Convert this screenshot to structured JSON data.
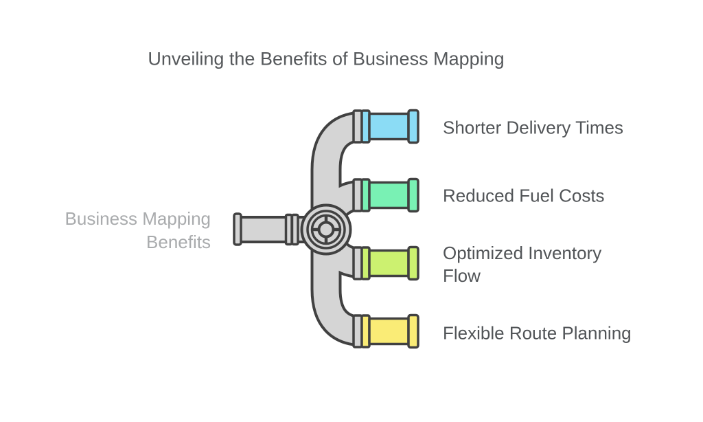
{
  "title": "Unveiling the Benefits of Business Mapping",
  "source": {
    "label": "Business Mapping Benefits"
  },
  "benefits": [
    {
      "label": "Shorter Delivery Times",
      "color": "#8BDCF5"
    },
    {
      "label": "Reduced Fuel Costs",
      "color": "#79F1B4"
    },
    {
      "label": "Optimized Inventory Flow",
      "color": "#CCF170"
    },
    {
      "label": "Flexible Route Planning",
      "color": "#FAEC76"
    }
  ],
  "colors": {
    "background": "#FFFFFF",
    "pipe": "#D5D5D5",
    "outline": "#414141",
    "title_text": "#55585B",
    "label_text": "#515457",
    "source_text": "#A9ABAD"
  }
}
